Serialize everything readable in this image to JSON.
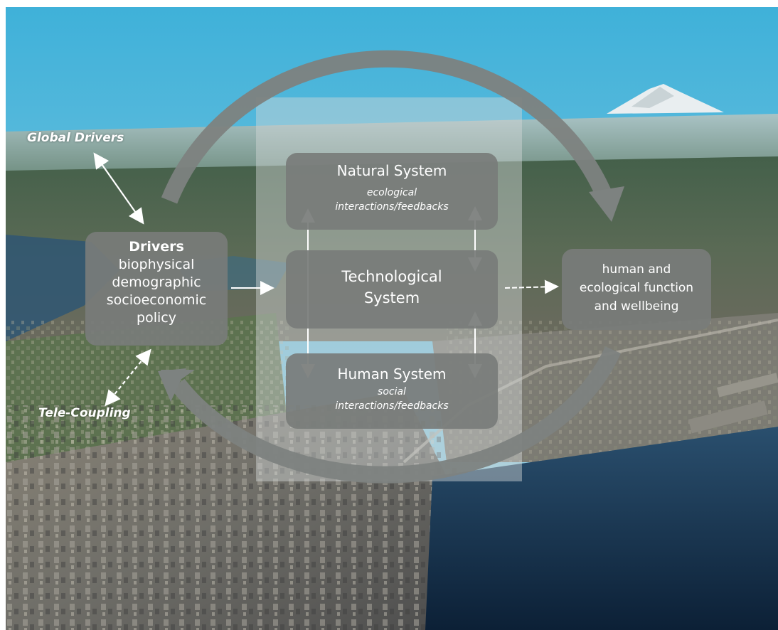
{
  "labels": {
    "global_drivers": "Global Drivers",
    "tele_coupling": "Tele-Coupling"
  },
  "drivers": {
    "title": "Drivers",
    "items": [
      "biophysical",
      "demographic",
      "socioeconomic",
      "policy"
    ]
  },
  "natural_system": {
    "title": "Natural System",
    "sub_line1": "ecological",
    "sub_line2": "interactions/feedbacks"
  },
  "technological_system": {
    "title_line1": "Technological",
    "title_line2": "System"
  },
  "human_system": {
    "title": "Human System",
    "sub_line1": "social",
    "sub_line2": "interactions/feedbacks"
  },
  "outcome": {
    "line1": "human and",
    "line2": "ecological function",
    "line3": "and wellbeing"
  },
  "colors": {
    "box_fill": "#787c7a",
    "cycle_arrow": "#7d8280",
    "text": "#ffffff",
    "sky": "#4fb3d8",
    "water": "#0f2a44"
  },
  "icons": [
    "double-arrow",
    "dashed-arrow",
    "right-arrow",
    "cycle-arrow"
  ]
}
